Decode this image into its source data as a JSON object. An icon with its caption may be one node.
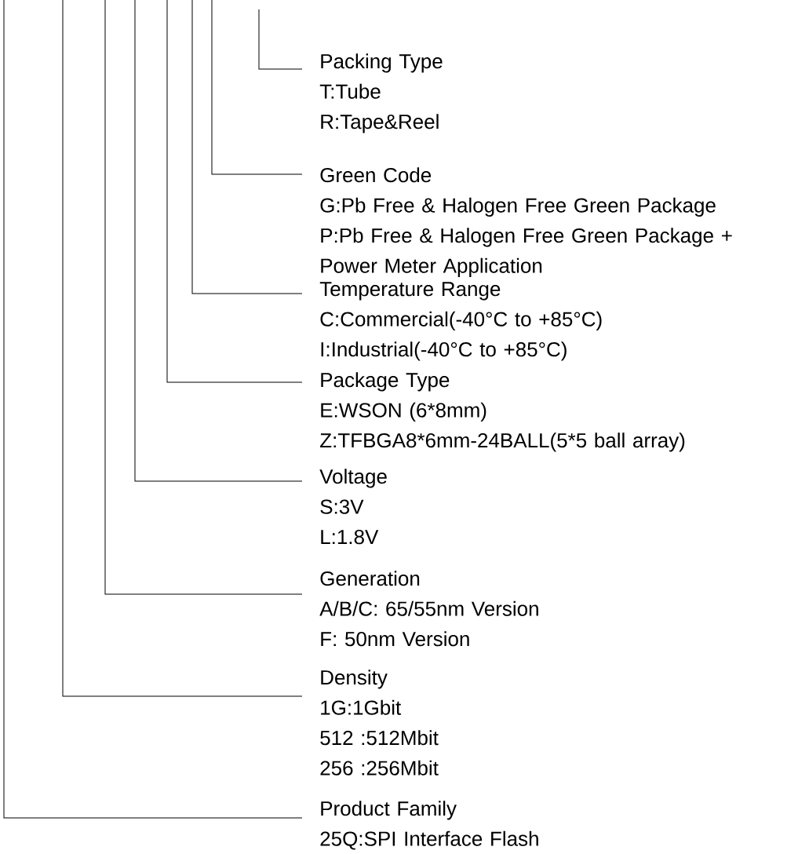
{
  "diagram": {
    "nodes": [
      {
        "text": [
          "Packing Type",
          "T:Tube",
          "R:Tape&Reel"
        ]
      },
      {
        "text": [
          "Green Code",
          "G:Pb Free & Halogen Free Green Package",
          "P:Pb Free & Halogen Free Green Package + Power Meter Application"
        ]
      },
      {
        "text": [
          "Temperature Range",
          "C:Commercial(-40°C to +85°C)",
          "I:Industrial(-40°C to +85°C)"
        ]
      },
      {
        "text": [
          "Package Type",
          "E:WSON (6*8mm)",
          "Z:TFBGA8*6mm-24BALL(5*5 ball array)"
        ]
      },
      {
        "text": [
          "Voltage",
          "S:3V",
          "L:1.8V"
        ]
      },
      {
        "text": [
          "Generation",
          "A/B/C: 65/55nm Version",
          "F: 50nm Version"
        ]
      },
      {
        "text": [
          "Density",
          "1G:1Gbit",
          "512 :512Mbit",
          "256 :256Mbit"
        ]
      },
      {
        "text": [
          "Product Family",
          "25Q:SPI Interface Flash"
        ]
      }
    ],
    "edges": [
      {
        "from": null,
        "to": 0,
        "arrow": "none"
      },
      {
        "from": null,
        "to": 1,
        "arrow": "none"
      },
      {
        "from": null,
        "to": 2,
        "arrow": "none"
      },
      {
        "from": null,
        "to": 3,
        "arrow": "none"
      },
      {
        "from": null,
        "to": 4,
        "arrow": "none"
      },
      {
        "from": null,
        "to": 5,
        "arrow": "none"
      },
      {
        "from": null,
        "to": 6,
        "arrow": "none"
      },
      {
        "from": null,
        "to": 7,
        "arrow": "none"
      }
    ]
  }
}
